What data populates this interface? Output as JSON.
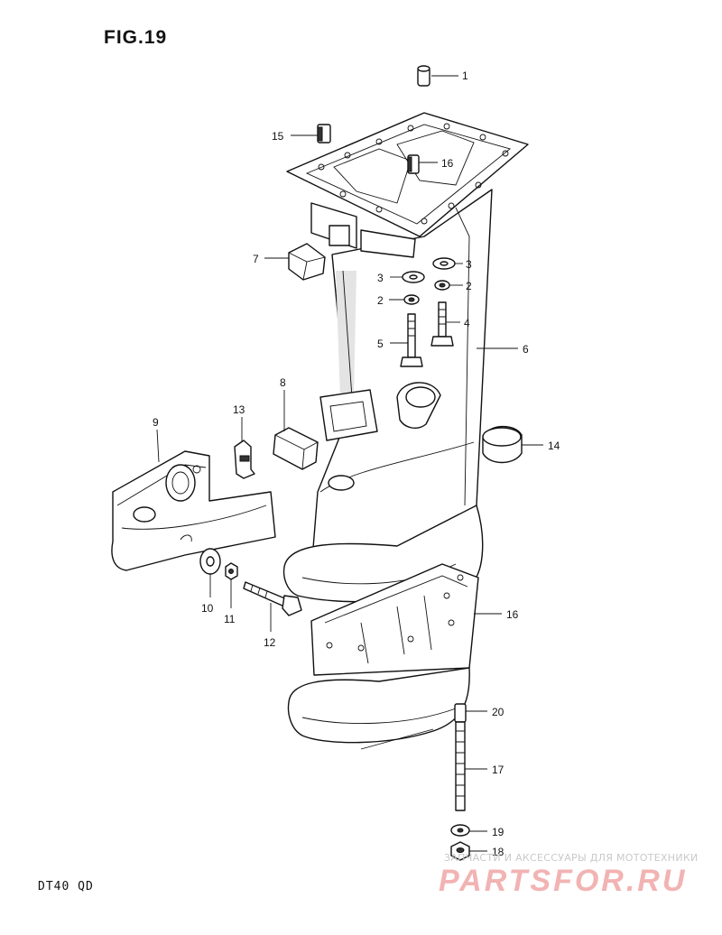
{
  "figure": {
    "title": "FIG.19",
    "model_code": "DT40  QD"
  },
  "callouts": [
    {
      "id": "c1",
      "label": "1"
    },
    {
      "id": "c15",
      "label": "15"
    },
    {
      "id": "c16a",
      "label": "16"
    },
    {
      "id": "c7",
      "label": "7"
    },
    {
      "id": "c3a",
      "label": "3"
    },
    {
      "id": "c3b",
      "label": "3"
    },
    {
      "id": "c2a",
      "label": "2"
    },
    {
      "id": "c2b",
      "label": "2"
    },
    {
      "id": "c4",
      "label": "4"
    },
    {
      "id": "c5",
      "label": "5"
    },
    {
      "id": "c6",
      "label": "6"
    },
    {
      "id": "c8",
      "label": "8"
    },
    {
      "id": "c13",
      "label": "13"
    },
    {
      "id": "c9",
      "label": "9"
    },
    {
      "id": "c14",
      "label": "14"
    },
    {
      "id": "c10",
      "label": "10"
    },
    {
      "id": "c11",
      "label": "11"
    },
    {
      "id": "c12",
      "label": "12"
    },
    {
      "id": "c16b",
      "label": "16"
    },
    {
      "id": "c20",
      "label": "20"
    },
    {
      "id": "c17",
      "label": "17"
    },
    {
      "id": "c19",
      "label": "19"
    },
    {
      "id": "c18",
      "label": "18"
    }
  ],
  "watermark": {
    "tagline": "ЗАПЧАСТИ И АКСЕССУАРЫ ДЛЯ МОТОТЕХНИКИ",
    "logo_text": "PARTSFOR.RU",
    "logo_color": "#f2b3b3"
  }
}
